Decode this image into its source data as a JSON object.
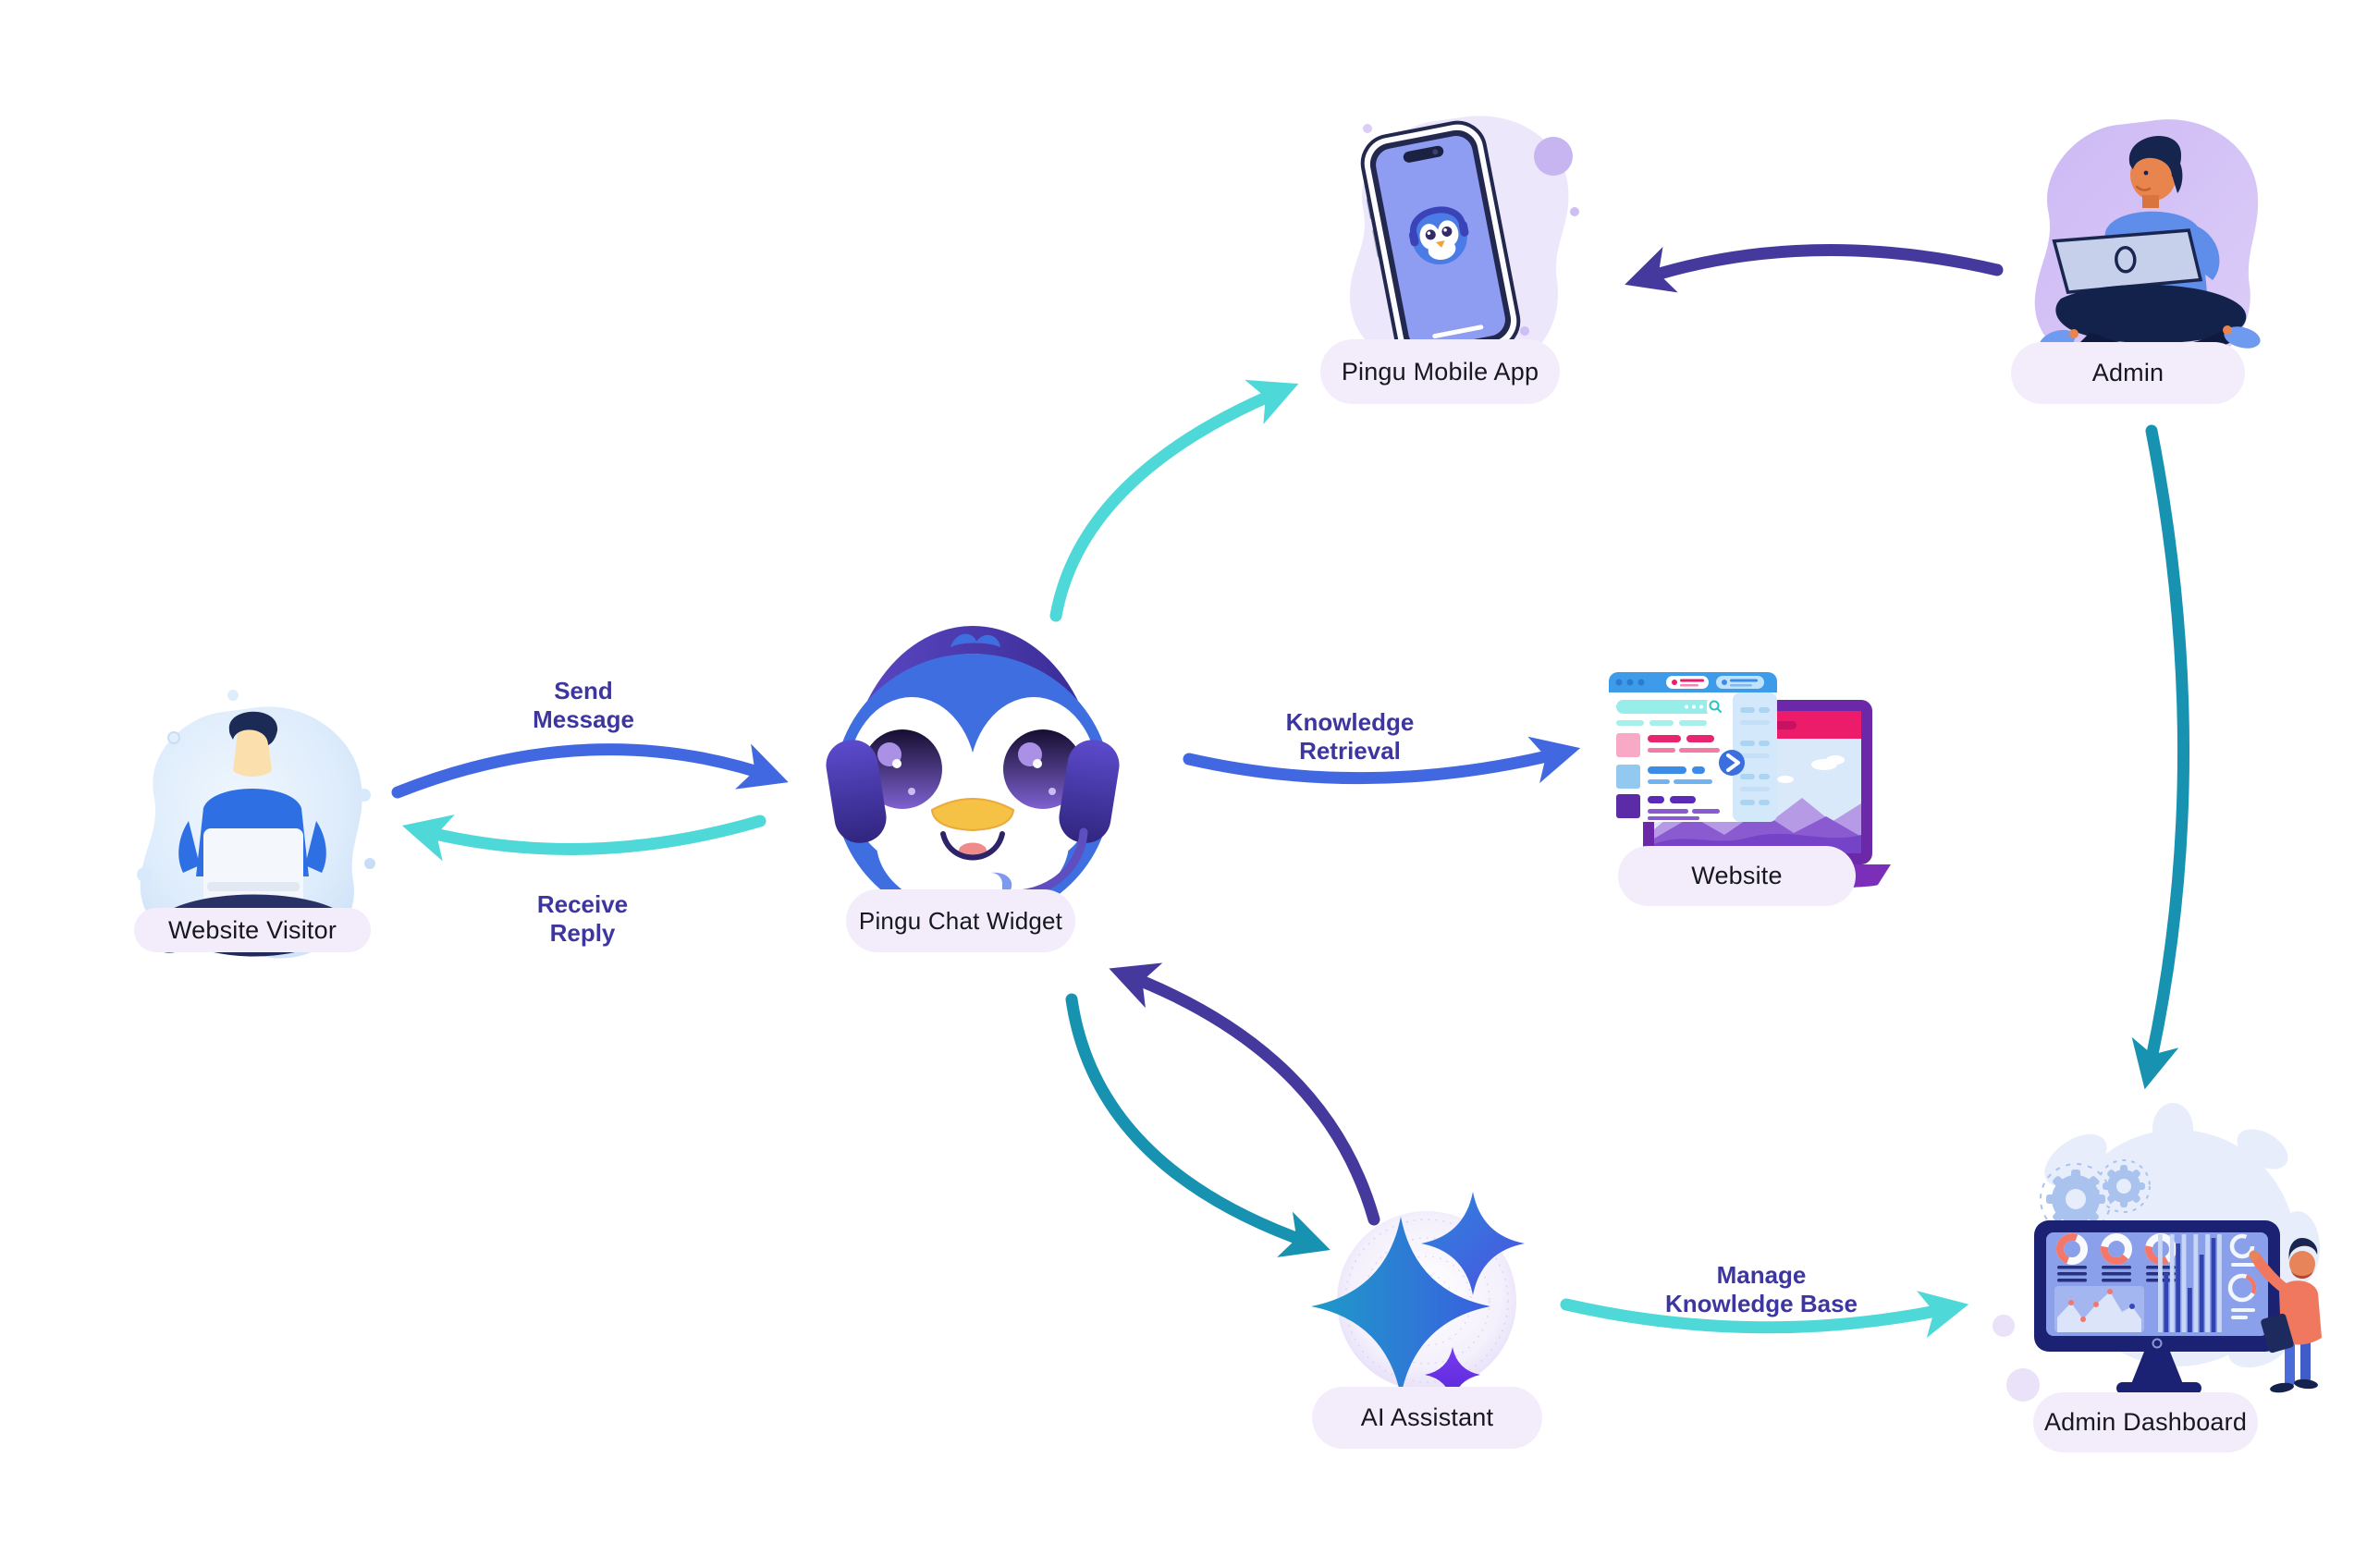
{
  "nodes": {
    "website_visitor": {
      "label": "Website Visitor"
    },
    "pingu_chat_widget": {
      "label": "Pingu Chat Widget"
    },
    "pingu_mobile_app": {
      "label": "Pingu Mobile App"
    },
    "admin": {
      "label": "Admin"
    },
    "website": {
      "label": "Website"
    },
    "ai_assistant": {
      "label": "AI Assistant"
    },
    "admin_dashboard": {
      "label": "Admin Dashboard"
    }
  },
  "edges": {
    "send_message": {
      "from": "website_visitor",
      "to": "pingu_chat_widget",
      "label_lines": [
        "Send",
        "Message"
      ],
      "color": "#4168E1"
    },
    "receive_reply": {
      "from": "pingu_chat_widget",
      "to": "website_visitor",
      "label_lines": [
        "Receive",
        "Reply"
      ],
      "color": "#4ED8D8"
    },
    "widget_to_mobile_app": {
      "from": "pingu_chat_widget",
      "to": "pingu_mobile_app",
      "label_lines": [],
      "color": "#4ED8D8"
    },
    "knowledge_retrieval": {
      "from": "pingu_chat_widget",
      "to": "website",
      "label_lines": [
        "Knowledge",
        "Retrieval"
      ],
      "color": "#4168E1"
    },
    "admin_to_mobile_app": {
      "from": "admin",
      "to": "pingu_mobile_app",
      "label_lines": [],
      "color": "#46399E"
    },
    "admin_to_dashboard": {
      "from": "admin",
      "to": "admin_dashboard",
      "label_lines": [],
      "color": "#1792B0"
    },
    "widget_to_ai": {
      "from": "pingu_chat_widget",
      "to": "ai_assistant",
      "label_lines": [],
      "color": "#1792B0"
    },
    "ai_to_widget": {
      "from": "ai_assistant",
      "to": "pingu_chat_widget",
      "label_lines": [],
      "color": "#46399E"
    },
    "manage_knowledge_base": {
      "from": "ai_assistant",
      "to": "admin_dashboard",
      "label_lines": [
        "Manage",
        "Knowledge Base"
      ],
      "color": "#4ED8D8"
    }
  },
  "colors": {
    "background": "#FFFFFF",
    "node_pill_bg": "#F3EDFB",
    "node_pill_text": "#17171F",
    "edge_label_text": "#3D36A0",
    "arrow_blue": "#4168E1",
    "arrow_teal": "#4ED8D8",
    "arrow_dark_teal": "#1792B0",
    "arrow_indigo": "#46399E"
  }
}
